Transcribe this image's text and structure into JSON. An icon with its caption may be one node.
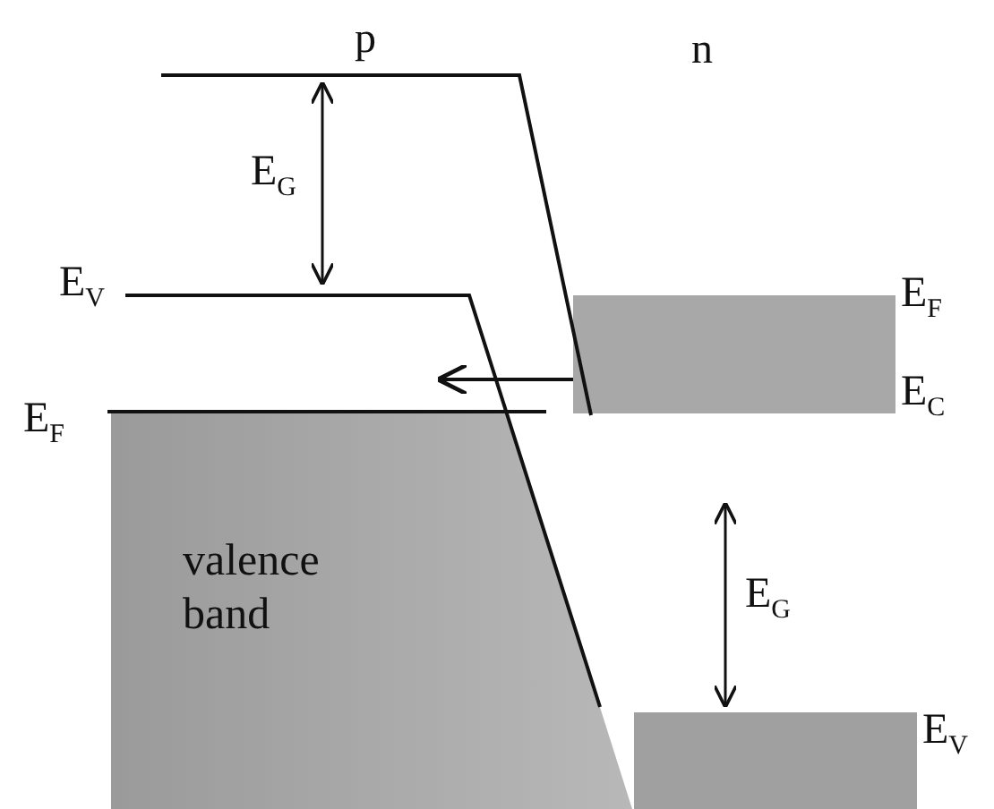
{
  "diagram": {
    "nodes": [
      {
        "text": [
          "valence band"
        ]
      },
      {
        "text": [],
        "shape": "box",
        "beside": [
          "E$_{F}$",
          "E$_{C}$"
        ]
      },
      {
        "text": [],
        "shape": "box",
        "beside": [
          "E$_{V}$"
        ]
      }
    ],
    "edges": [
      {
        "from": 1,
        "to": 0,
        "arrow": "to"
      }
    ],
    "labels": [
      "p",
      "n",
      "E$_{G}$",
      "E$_{V}$",
      "E$_{F}$",
      "E$_{G}$"
    ]
  }
}
